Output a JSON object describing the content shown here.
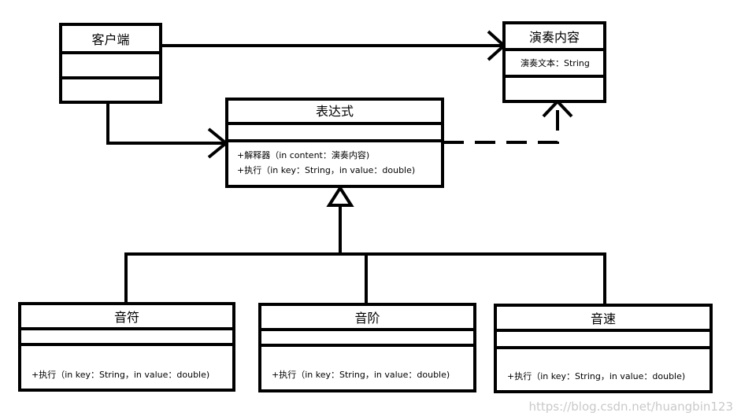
{
  "classes": {
    "client": {
      "name": "客户端"
    },
    "performance": {
      "name": "演奏内容",
      "attribute": "演奏文本：String"
    },
    "expression": {
      "name": "表达式",
      "methods": [
        "+解释器（in content：演奏内容)",
        "+执行（in key：String，in value：double)"
      ]
    },
    "note": {
      "name": "音符",
      "method": "+执行（in key：String，in value：double)"
    },
    "scale": {
      "name": "音阶",
      "method": "+执行（in key：String，in value：double)"
    },
    "tempo": {
      "name": "音速",
      "method": "+执行（in key：String，in value：double)"
    }
  },
  "relations": [
    {
      "type": "association",
      "from": "客户端",
      "to": "演奏内容"
    },
    {
      "type": "association",
      "from": "客户端",
      "to": "表达式"
    },
    {
      "type": "dependency",
      "from": "表达式",
      "to": "演奏内容"
    },
    {
      "type": "generalization",
      "from": "音符",
      "to": "表达式"
    },
    {
      "type": "generalization",
      "from": "音阶",
      "to": "表达式"
    },
    {
      "type": "generalization",
      "from": "音速",
      "to": "表达式"
    }
  ],
  "watermark": "https://blog.csdn.net/huangbin123"
}
